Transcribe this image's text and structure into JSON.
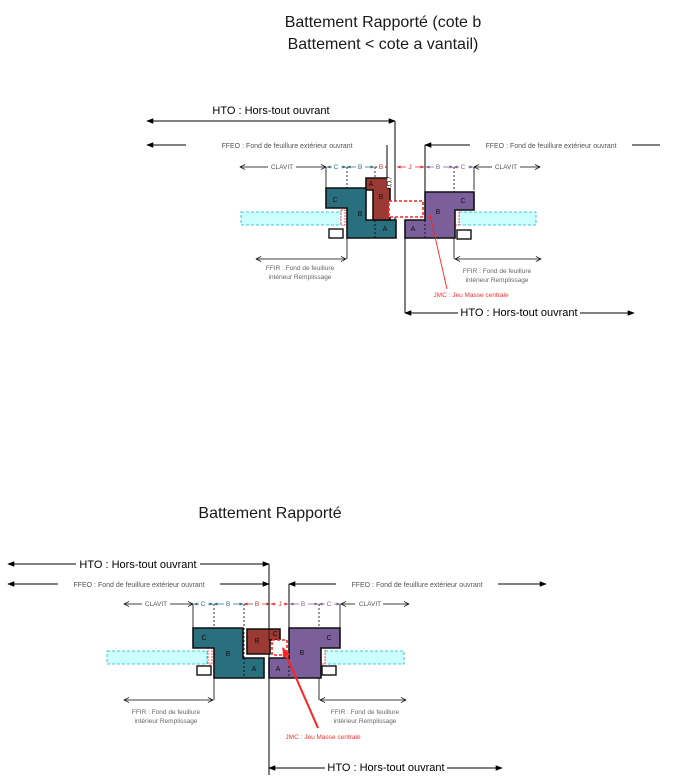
{
  "colors": {
    "teal": "#2a6f7e",
    "brown": "#9b3a33",
    "purple": "#7b5f9a",
    "filling": "#ccffff",
    "filling_border": "#00bcd4",
    "gap_red": "#ff2222",
    "seg_teal": "#2a6f7e",
    "seg_brown": "#b03a30",
    "seg_red": "#ff2222",
    "seg_purple": "#7b5f9a"
  },
  "diagrams": [
    {
      "title_line1": "Battement Rapporté (cote b",
      "title_line2": "Battement < cote a vantail)",
      "hto_top": "HTO : Hors-tout ouvrant",
      "ffeo_left": "FFEO : Fond de feuillure extérieur ouvrant",
      "ffeo_right": "FFEO : Fond de feuillure extérieur ouvrant",
      "clavit_left": "CLAVIT",
      "clavit_right": "CLAVIT",
      "segments": [
        "C",
        "B",
        "B",
        "J",
        "B",
        "C"
      ],
      "part_labels": {
        "left_c": "C",
        "left_b": "B",
        "left_a": "A",
        "batt_a": "A",
        "batt_b": "B",
        "batt_c": "C",
        "right_a": "A",
        "right_b": "B",
        "right_c": "C"
      },
      "ffir_left_line1": "FFIR : Fond de feuillure",
      "ffir_left_line2": "intérieur Remplissage",
      "ffir_right_line1": "FFIR : Fond de feuillure",
      "ffir_right_line2": "intérieur Remplissage",
      "jmc": "JMC : Jeu Masse centrale",
      "hto_bottom": "HTO : Hors-tout ouvrant"
    },
    {
      "title_line1": "Battement Rapporté",
      "hto_top": "HTO : Hors-tout ouvrant",
      "ffeo_left": "FFEO : Fond de feuillure extérieur ouvrant",
      "ffeo_right": "FFEO : Fond de feuillure extérieur ouvrant",
      "clavit_left": "CLAVIT",
      "clavit_right": "CLAVIT",
      "segments": [
        "C",
        "B",
        "B",
        "J",
        "B",
        "C"
      ],
      "part_labels": {
        "left_c": "C",
        "left_b": "B",
        "left_a": "A",
        "batt_b": "B",
        "batt_c": "C",
        "right_a": "A",
        "right_b": "B",
        "right_c": "C"
      },
      "ffir_left_line1": "FFIR : Fond de feuillure",
      "ffir_left_line2": "intérieur Remplissage",
      "ffir_right_line1": "FFIR : Fond de feuillure",
      "ffir_right_line2": "intérieur Remplissage",
      "jmc": "JMC : Jeu Masse centrale",
      "hto_bottom": "HTO : Hors-tout ouvrant"
    }
  ]
}
